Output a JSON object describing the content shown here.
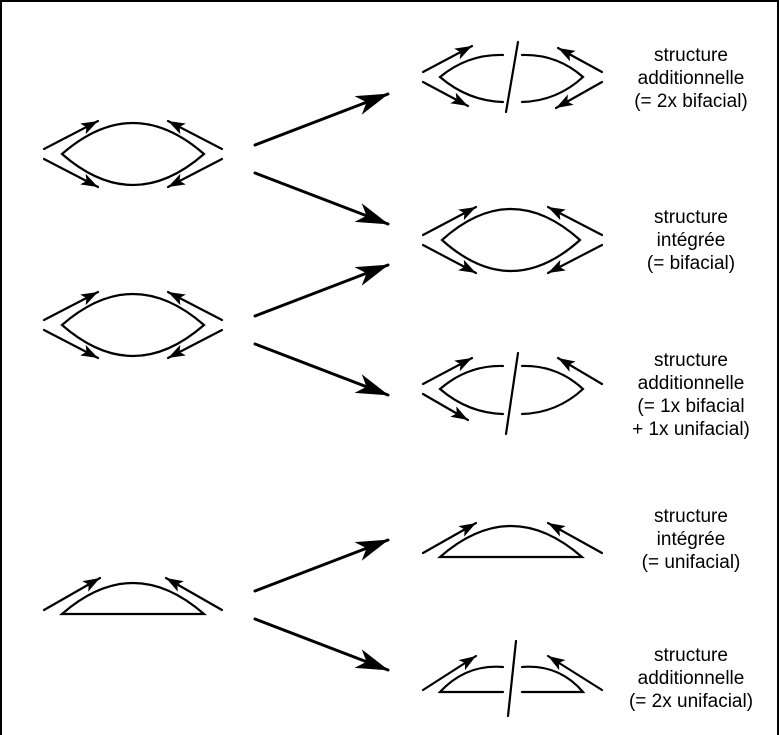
{
  "diagram": {
    "labels": [
      {
        "lines": [
          "structure",
          "additionnelle",
          "(= 2x bifacial)"
        ]
      },
      {
        "lines": [
          "structure",
          "intégrée",
          "(= bifacial)"
        ]
      },
      {
        "lines": [
          "structure",
          "additionnelle",
          "(= 1x bifacial",
          "+ 1x unifacial)"
        ]
      },
      {
        "lines": [
          "structure",
          "intégrée",
          "(= unifacial)"
        ]
      },
      {
        "lines": [
          "structure",
          "additionnelle",
          "(= 2x unifacial)"
        ]
      }
    ]
  }
}
